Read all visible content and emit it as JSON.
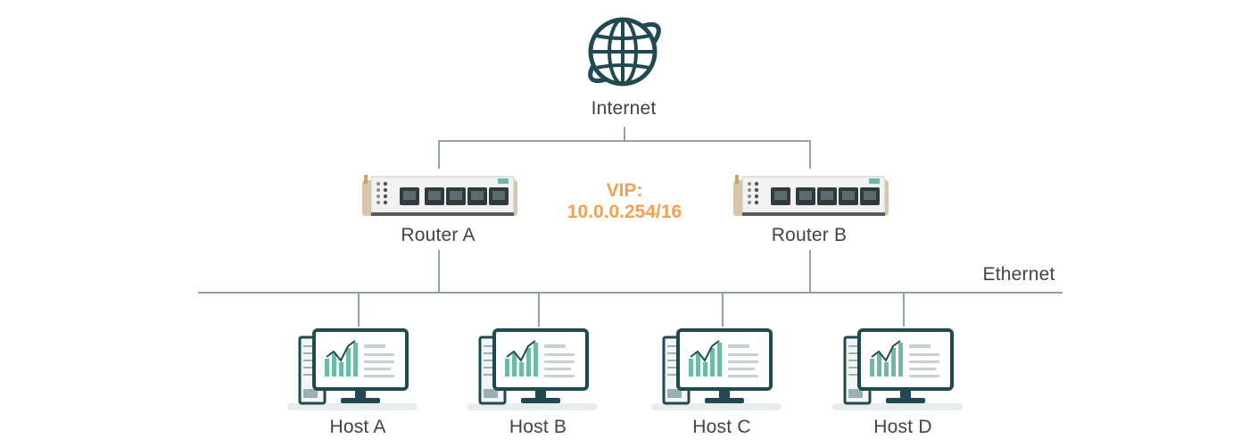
{
  "internet": {
    "label": "Internet",
    "icon": "globe-icon"
  },
  "vip": {
    "title": "VIP:",
    "address": "10.0.0.254/16",
    "color": "#f5a04f"
  },
  "routers": [
    {
      "label": "Router A",
      "icon": "router-icon"
    },
    {
      "label": "Router B",
      "icon": "router-icon"
    }
  ],
  "bus": {
    "label": "Ethernet"
  },
  "hosts": [
    {
      "label": "Host A",
      "icon": "computer-icon"
    },
    {
      "label": "Host B",
      "icon": "computer-icon"
    },
    {
      "label": "Host C",
      "icon": "computer-icon"
    },
    {
      "label": "Host D",
      "icon": "computer-icon"
    }
  ],
  "colors": {
    "line": "#8fa3a5",
    "icon_dark": "#1f4a52",
    "accent_teal": "#6dbaa6",
    "router_body": "#d8c7a6",
    "text": "#3e4448"
  }
}
